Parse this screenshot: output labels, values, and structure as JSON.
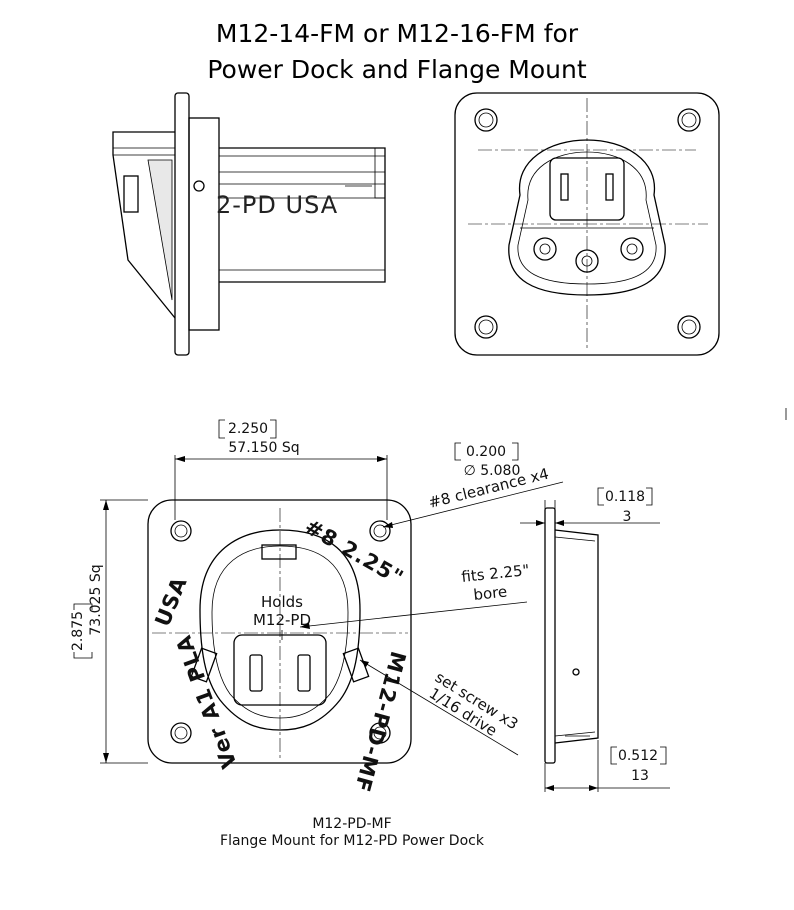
{
  "title": {
    "line1": "M12-14-FM or M12-16-FM for",
    "line2": "Power Dock and Flange Mount"
  },
  "side_view": {
    "embossed_text": "2-PD  USA"
  },
  "flange_view": {
    "width_dim_inch": "2.250",
    "width_dim_mm": "57.150 Sq",
    "height_dim_inch": "2.875",
    "height_dim_mm": "73.025 Sq",
    "hole_dim_inch": "0.200",
    "hole_dim_mm": "∅ 5.080",
    "hole_note": "#8 clearance x4",
    "fits_line1": "fits 2.25\"",
    "fits_line2": "bore",
    "holds_line1": "Holds",
    "holds_line2": "M12-PD",
    "set_screw_line1": "set screw x3",
    "set_screw_line2": "1/16 drive",
    "emboss_top": "#8  2.25\"",
    "emboss_left": "USA",
    "emboss_left_lower": "Ver A1 PLA",
    "emboss_right": "M12-PD-MF"
  },
  "flange_side": {
    "thickness_inch": "0.118",
    "thickness_mm": "3",
    "depth_inch": "0.512",
    "depth_mm": "13"
  },
  "caption": {
    "line1": "M12-PD-MF",
    "line2": "Flange Mount for M12-PD Power Dock"
  }
}
